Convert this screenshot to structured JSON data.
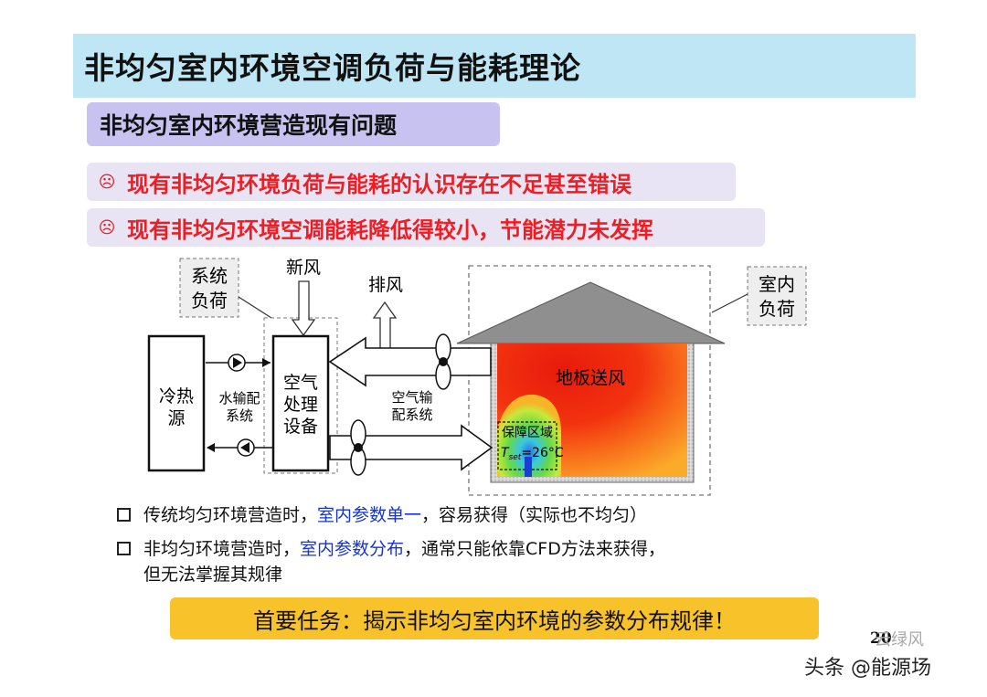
{
  "title": "非均匀室内环境空调负荷与能耗理论",
  "subtitle": "非均匀室内环境营造现有问题",
  "problems": [
    {
      "icon": "☹",
      "text": "现有非均匀环境负荷与能耗的认识存在不足甚至错误"
    },
    {
      "icon": "☹",
      "text": "现有非均匀环境空调能耗降低得较小，节能潜力未发挥"
    }
  ],
  "diagram": {
    "system_load": [
      "系统",
      "负荷"
    ],
    "fresh_air": "新风",
    "exhaust_air": "排风",
    "indoor_load": [
      "室内",
      "负荷"
    ],
    "source": [
      "冷热",
      "源"
    ],
    "water_system": [
      "水输配",
      "系统"
    ],
    "ahu": [
      "空气",
      "处理",
      "设备"
    ],
    "air_system": [
      "空气输",
      "配系统"
    ],
    "floor_supply": "地板送风",
    "protected_zone": "保障区域",
    "tset_symbol": "T",
    "tset_sub": "set",
    "tset_value": "=26°C"
  },
  "bullets": [
    {
      "pre": "传统均匀环境营造时，",
      "blue": "室内参数单一",
      "post": "，容易获得（实际也不均匀）"
    },
    {
      "pre": "非均匀环境营造时，",
      "blue": "室内参数分布",
      "post": "，通常只能依靠CFD方法来获得，",
      "line2": "但无法掌握其规律"
    }
  ],
  "task": "首要任务：揭示非均匀室内环境的参数分布规律！",
  "page_number": "20",
  "watermark_top": "云绿风",
  "watermark_bottom": "头条 @能源场"
}
